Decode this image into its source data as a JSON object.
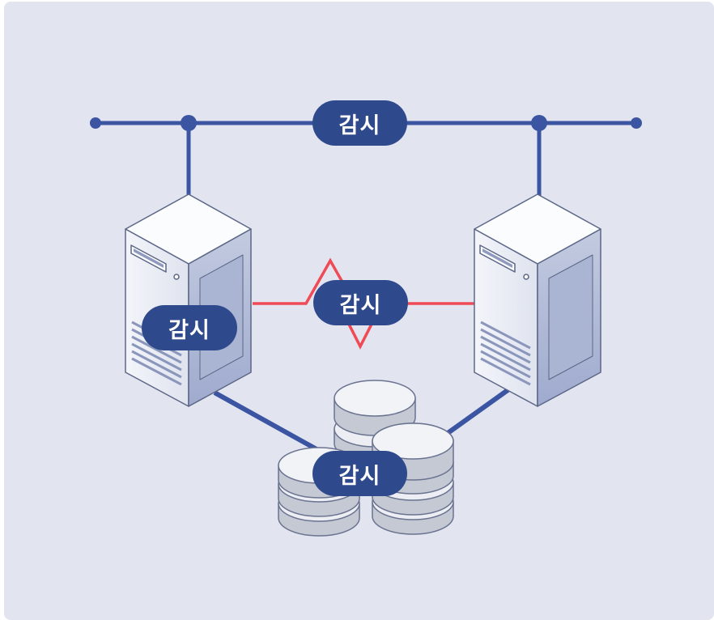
{
  "labels": {
    "network": "감시",
    "heartbeat": "감시",
    "server": "감시",
    "storage": "감시"
  },
  "colors": {
    "background": "#e2e5ef",
    "network_line": "#3b55a3",
    "heartbeat_line": "#ef4a55",
    "badge": "#2f4a8c",
    "badge_text": "#ffffff",
    "server_light": "#f1f3f8",
    "server_mid": "#c9d0e3",
    "server_dark": "#9ca8c9",
    "server_outline": "#5c6787"
  },
  "icons": [
    "server-icon",
    "server-icon",
    "database-stack-icon"
  ]
}
